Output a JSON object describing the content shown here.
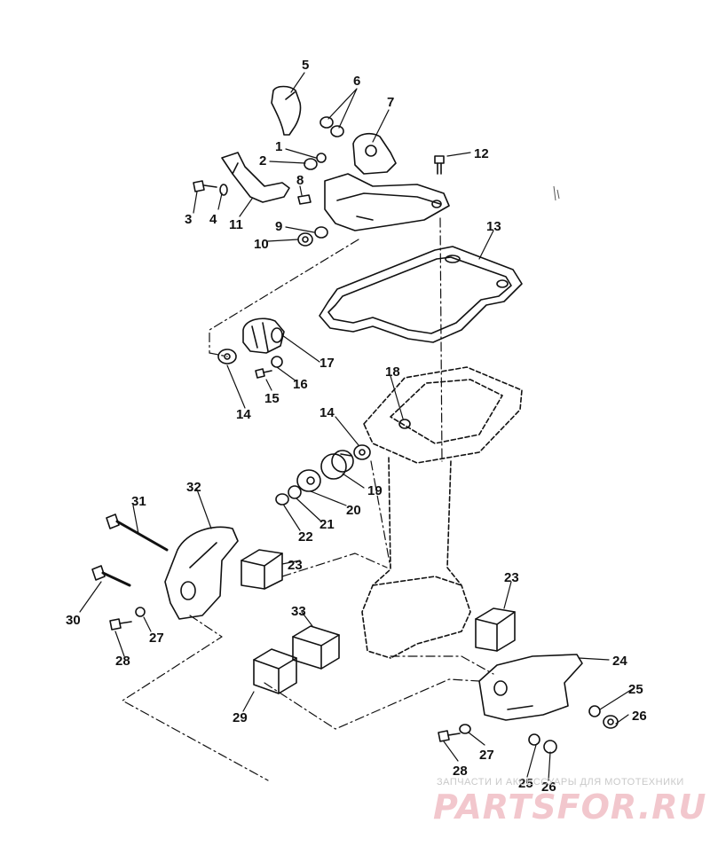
{
  "callouts": [
    "1",
    "2",
    "3",
    "4",
    "5",
    "6",
    "7",
    "8",
    "9",
    "10",
    "11",
    "12",
    "13",
    "14",
    "15",
    "16",
    "17",
    "18",
    "19",
    "20",
    "21",
    "22",
    "23",
    "24",
    "25",
    "26",
    "27",
    "28",
    "29",
    "30",
    "31",
    "32",
    "33"
  ],
  "watermark": {
    "caption": "ЗАПЧАСТИ И АКСЕССУАРЫ ДЛЯ МОТОТЕХНИКИ",
    "logo": "PARTSFOR.RU"
  }
}
